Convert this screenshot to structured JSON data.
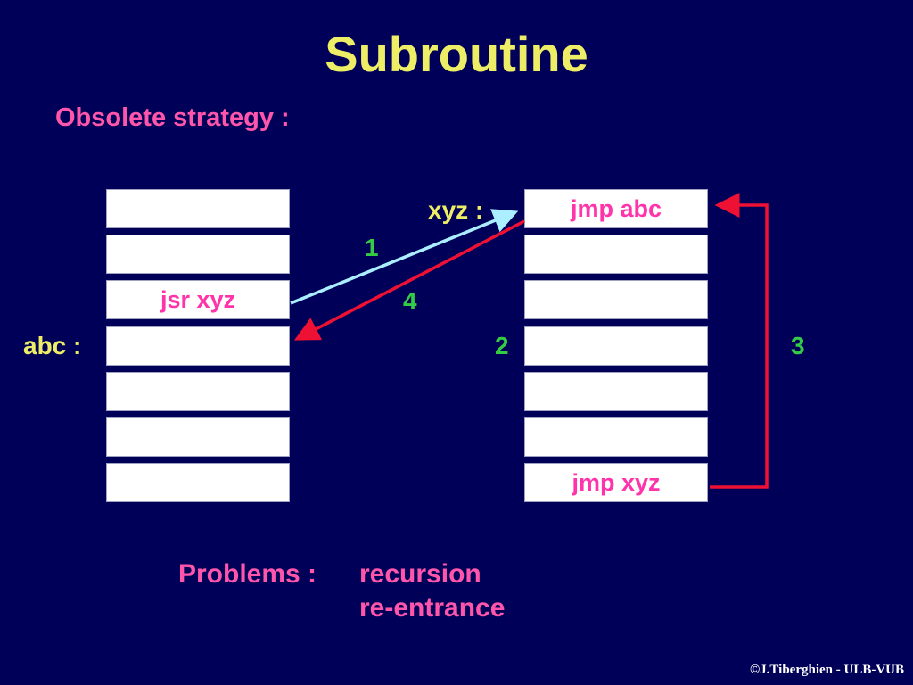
{
  "title": "Subroutine",
  "subtitle": "Obsolete strategy :",
  "left_memory": {
    "label": "abc :",
    "cells": [
      "",
      "",
      "jsr xyz",
      "",
      "",
      "",
      ""
    ]
  },
  "right_memory": {
    "label": "xyz :",
    "cells": [
      "jmp abc",
      "",
      "",
      "",
      "",
      "",
      "jmp xyz"
    ]
  },
  "steps": [
    "1",
    "2",
    "3",
    "4"
  ],
  "problems": {
    "label": "Problems :",
    "items": [
      "recursion",
      "re-entrance"
    ]
  },
  "copyright": "©J.Tiberghien - ULB-VUB",
  "colors": {
    "background": "#000059",
    "title": "#eeee66",
    "accent_pink": "#ff55aa",
    "step_green": "#33cc44",
    "arrow_call": "#aaeeff",
    "arrow_return": "#ee1133"
  }
}
